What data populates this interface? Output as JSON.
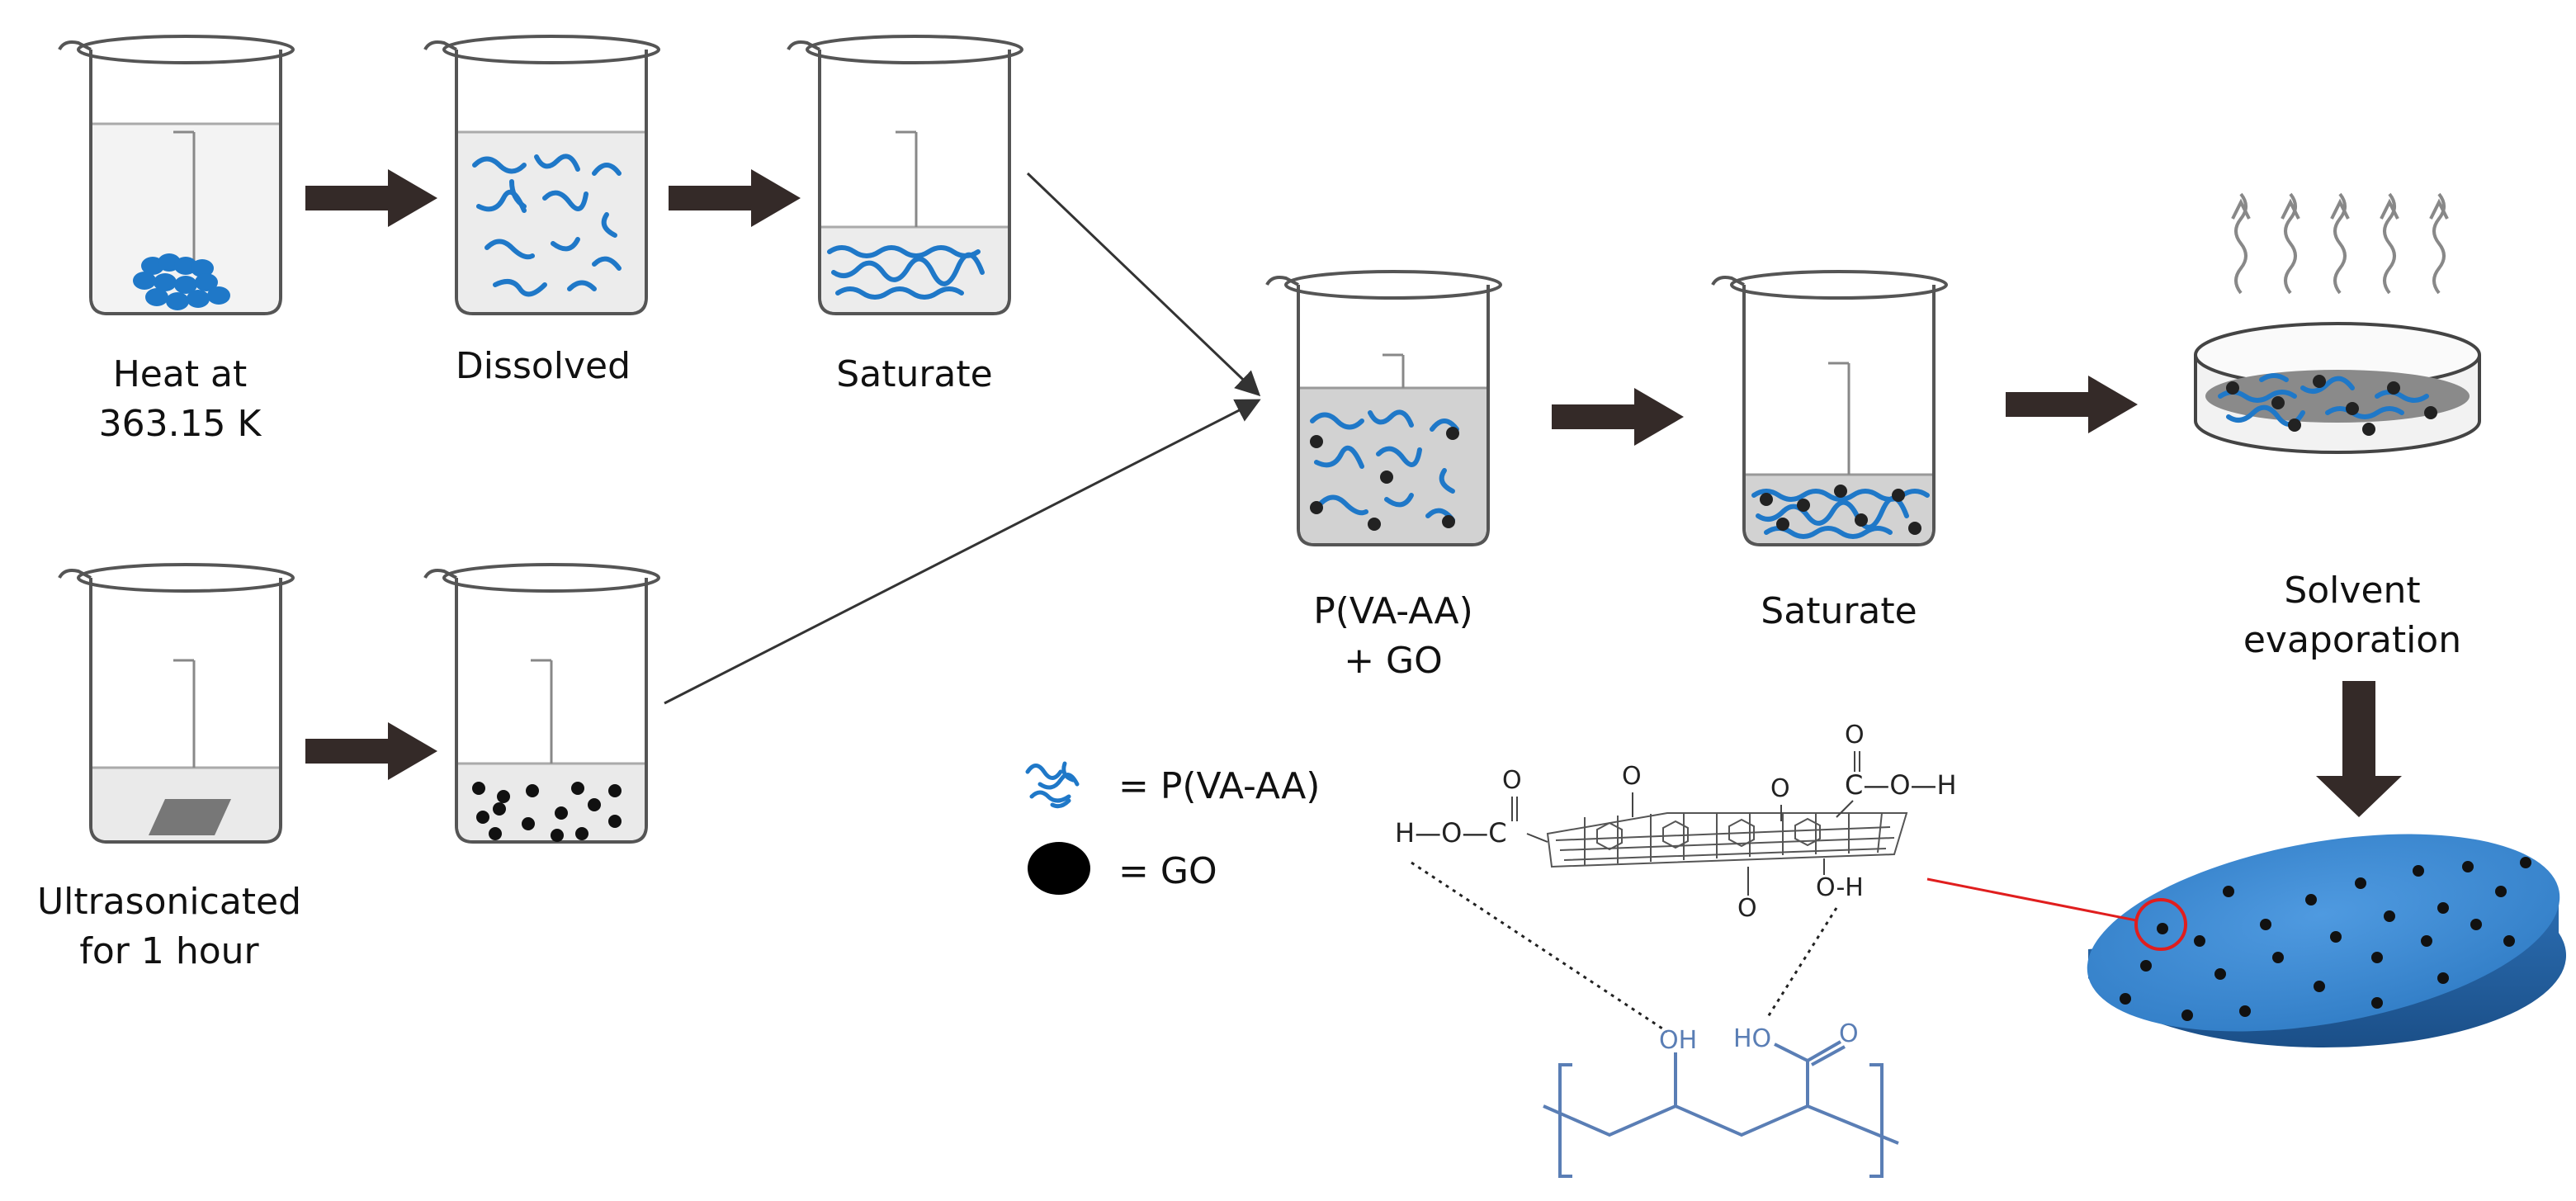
{
  "beaker_labels": {
    "heat": [
      "Heat at",
      "363.15 K"
    ],
    "dissolved": "Dissolved",
    "saturate_1": "Saturate",
    "ultrasonicated": [
      "Ultrasonicated",
      "for 1 hour"
    ],
    "mixture": [
      "P(VA-AA)",
      "+ GO"
    ],
    "saturate_2": "Saturate",
    "evaporation": [
      "Solvent",
      "evaporation"
    ]
  },
  "legend": {
    "polymer": "= P(VA-AA)",
    "go": "= GO"
  },
  "chemistry": {
    "ho_c_left": "H—O—C",
    "cooh_right": "C—O—H",
    "oh_bottom": "O-H",
    "oxygen": "O",
    "polymer_oh": "OH",
    "polymer_hooc": "HO",
    "polymer_o": "O"
  },
  "colors": {
    "polymer_blue": "#1f78c8",
    "arrow_dark": "#342a28",
    "disk_blue": "#3a86cc",
    "red_marker": "#e01e1e"
  }
}
